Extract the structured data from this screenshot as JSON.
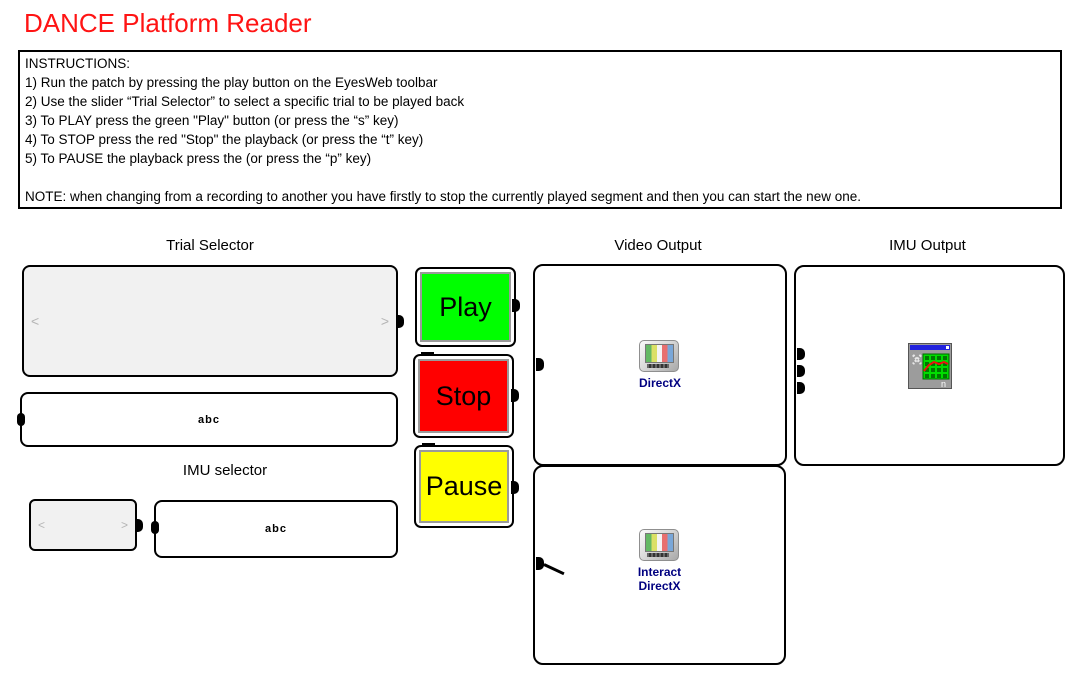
{
  "title": "DANCE Platform Reader",
  "instructions": {
    "lines": [
      "INSTRUCTIONS:",
      "1) Run the patch by pressing the play button on the EyesWeb toolbar",
      "2) Use the slider “Trial Selector” to select a specific trial to be played back",
      "3) To PLAY press the green \"Play\" button (or press the “s” key)",
      "4) To STOP press the red \"Stop\" the playback (or press the “t” key)",
      "5) To PAUSE the playback press the (or press the “p” key)",
      "",
      "NOTE: when changing from a recording to another you have firstly to stop the currently played segment and then you can start the new one."
    ]
  },
  "labels": {
    "trial_selector": "Trial Selector",
    "imu_selector": "IMU selector",
    "video_output": "Video Output",
    "imu_output": "IMU Output"
  },
  "widgets": {
    "slider_prev": "<",
    "slider_next": ">",
    "trial_display_value": "abc",
    "imu_display_value": "abc"
  },
  "buttons": {
    "play": "Play",
    "stop": "Stop",
    "pause": "Pause"
  },
  "nodes": {
    "video_renderer_caption": "DirectX",
    "interact_caption_line1": "Interact",
    "interact_caption_line2": "DirectX",
    "imu_display_letter": "n"
  },
  "colors": {
    "title_red": "#ff1414",
    "play_green": "#00ff00",
    "stop_red": "#ff0000",
    "pause_yellow": "#ffff00",
    "caption_navy": "#000080"
  }
}
